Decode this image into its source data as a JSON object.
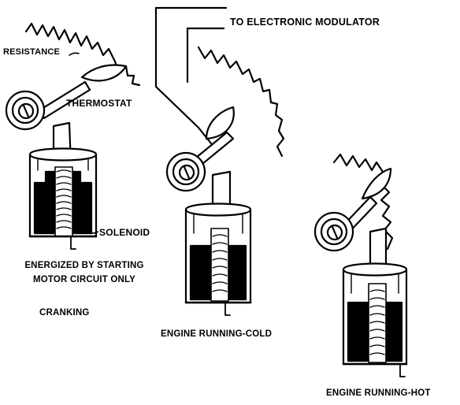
{
  "labels": {
    "to_modulator": "TO ELECTRONIC MODULATOR",
    "resistance": "RESISTANCE",
    "thermostat": "THERMOSTAT",
    "solenoid": "SOLENOID",
    "energized_line1": "ENERGIZED BY STARTING",
    "energized_line2": "MOTOR CIRCUIT ONLY"
  },
  "captions": {
    "cranking": "CRANKING",
    "engine_running_cold": "ENGINE RUNNING-COLD",
    "engine_running_hot": "ENGINE RUNNING-HOT"
  },
  "colors": {
    "ink": "#000000",
    "paper": "#ffffff"
  }
}
